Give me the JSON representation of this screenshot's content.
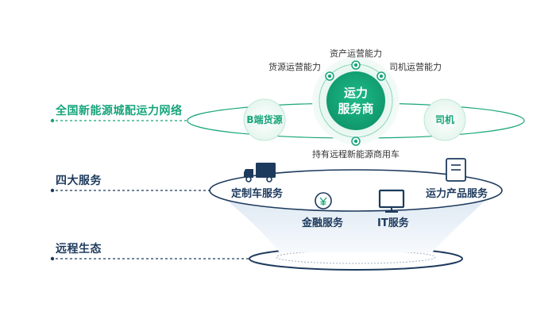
{
  "rows": {
    "network": "全国新能源城配运力网络",
    "services": "四大服务",
    "ecosystem": "远程生态"
  },
  "hub": {
    "line1": "运力",
    "line2": "服务商",
    "capabilities": {
      "top": "资产运营能力",
      "left": "货源运营能力",
      "right": "司机运营能力",
      "bottom": "持有远程新能源商用车"
    }
  },
  "partners": {
    "cargo": "B端货源",
    "driver": "司机"
  },
  "services": {
    "custom_vehicle": "定制车服务",
    "finance": "金融服务",
    "it": "IT服务",
    "capacity_product": "运力产品服务"
  },
  "icons": [
    "truck-icon",
    "finance-icon",
    "monitor-icon",
    "document-icon"
  ],
  "colors": {
    "green": "#17a57a",
    "navy": "#1d3a5c"
  }
}
